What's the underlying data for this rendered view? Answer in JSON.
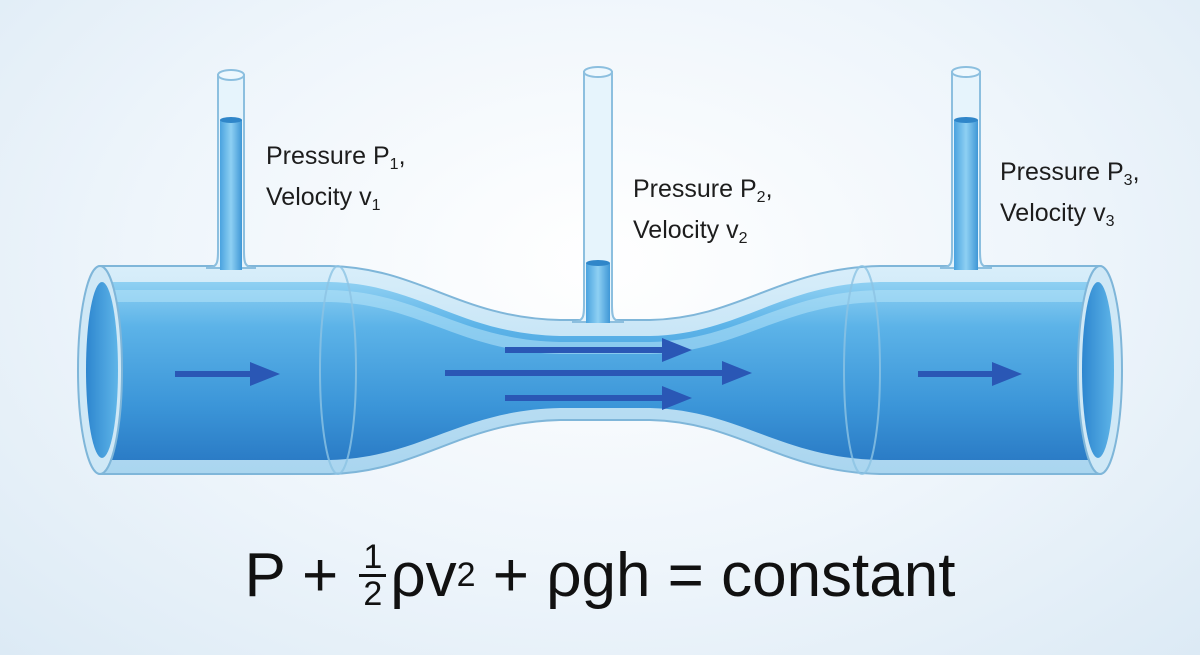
{
  "labels": [
    {
      "line1": "Pressure P",
      "sub1": "1",
      "comma": ",",
      "line2": "Velocity v",
      "sub2": "1"
    },
    {
      "line1": "Pressure P",
      "sub1": "2",
      "comma": ",",
      "line2": "Velocity v",
      "sub2": "2"
    },
    {
      "line1": "Pressure P",
      "sub1": "3",
      "comma": ",",
      "line2": "Velocity v",
      "sub2": "3"
    }
  ],
  "equation": {
    "lhs_start": "P + ",
    "frac_num": "1",
    "frac_den": "2",
    "rho_v": "ρv",
    "exp": "2",
    "rest": " + ρgh = constant"
  },
  "colors": {
    "water": "#4aa3df",
    "water_dark": "#1f7cc4",
    "glass": "#bfe2f5",
    "arrow": "#2a57b5",
    "text": "#1d1d1d"
  }
}
